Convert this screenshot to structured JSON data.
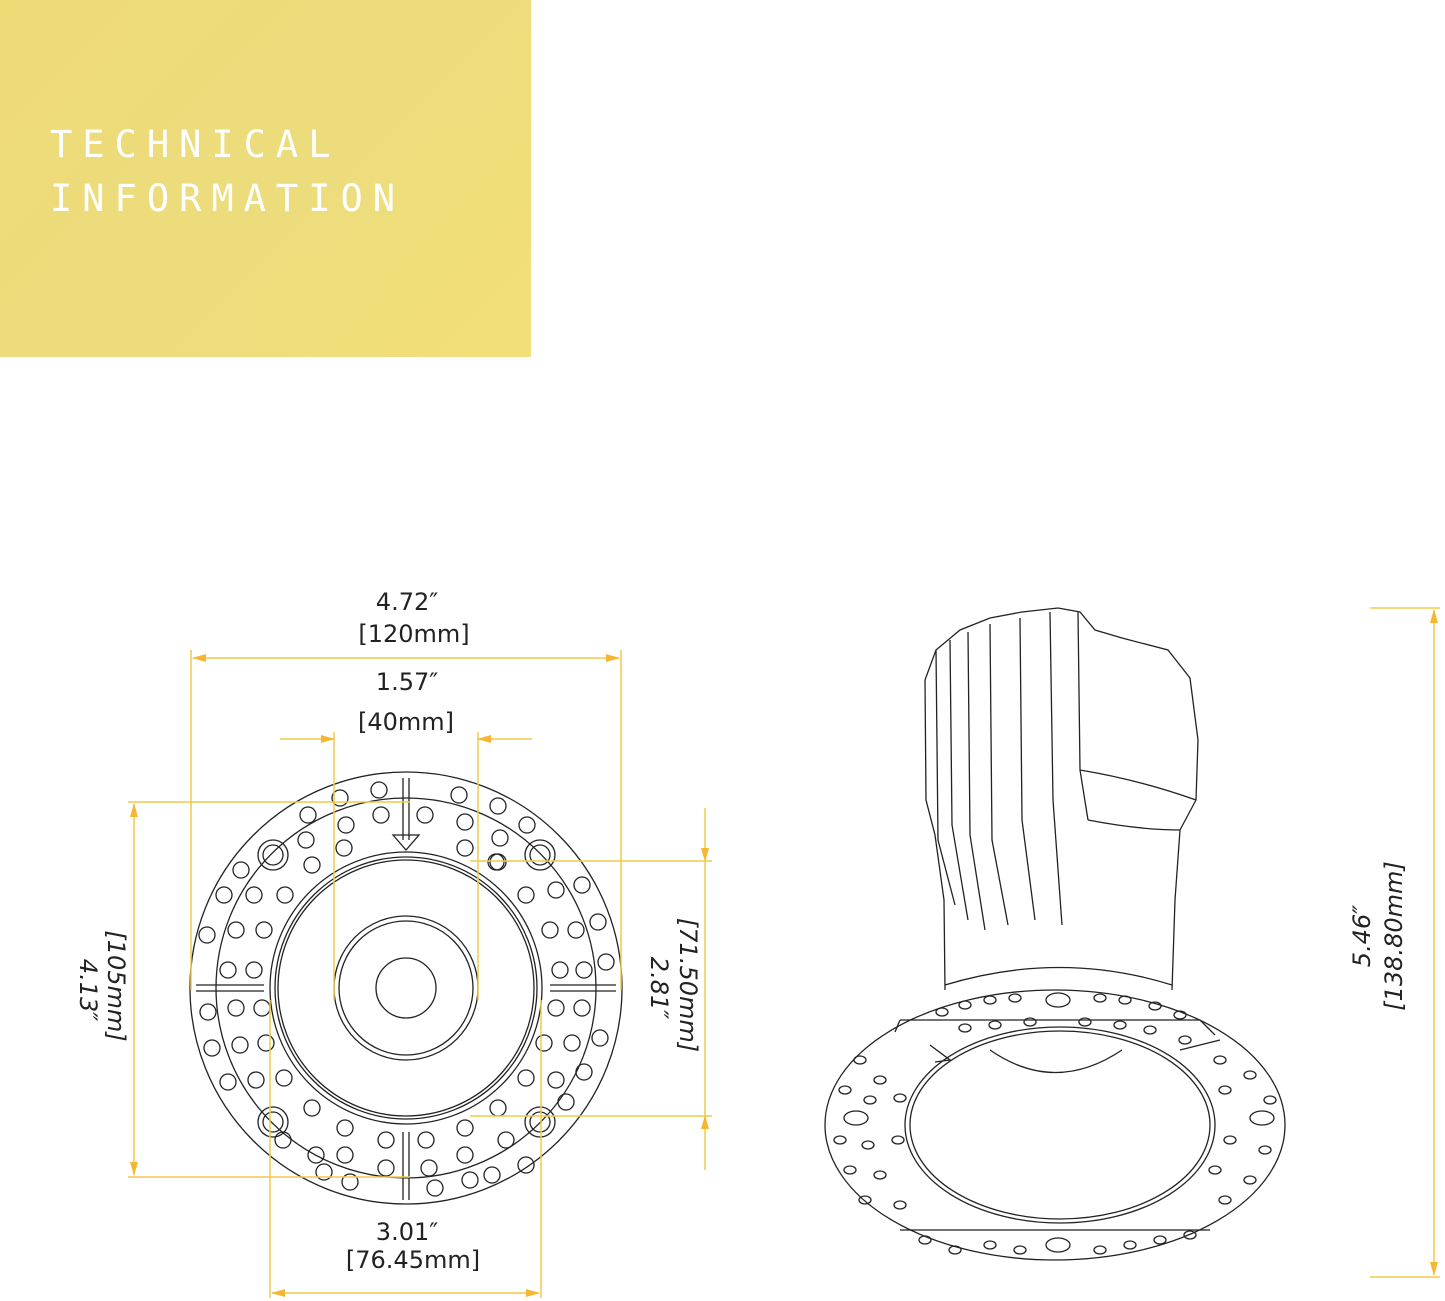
{
  "header": {
    "title_line1": "TECHNICAL",
    "title_line2": "INFORMATION",
    "panel_color": "#EEDB7B",
    "title_color": "#FFFFFF"
  },
  "colors": {
    "dimension_line": "#F2C94C",
    "arrow": "#F5B731",
    "drawing_line": "#222222"
  },
  "top_view": {
    "overall_width": {
      "imperial": "4.72″",
      "metric": "[120mm]"
    },
    "cutout_inner": {
      "imperial": "1.57″",
      "metric": "[40mm]"
    },
    "height_left": {
      "imperial": "4.13″",
      "metric": "[105mm]"
    },
    "height_right": {
      "imperial": "2.81″",
      "metric": "[71.50mm]"
    },
    "bottom_width": {
      "imperial": "3.01″",
      "metric": "[76.45mm]"
    }
  },
  "side_view": {
    "overall_height": {
      "imperial": "5.46″",
      "metric": "[138.80mm]"
    }
  }
}
